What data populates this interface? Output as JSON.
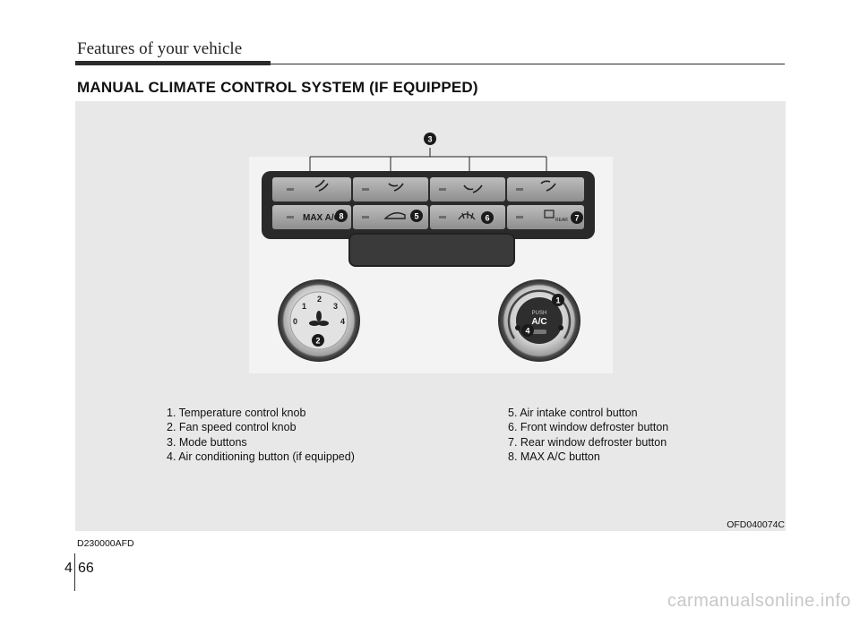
{
  "header": {
    "title": "Features of your vehicle"
  },
  "section": {
    "title": "MANUAL CLIMATE CONTROL SYSTEM (IF EQUIPPED)"
  },
  "figure": {
    "callouts": {
      "c1": "1",
      "c2": "2",
      "c3": "3",
      "c4": "4",
      "c5": "5",
      "c6": "6",
      "c7": "7",
      "c8": "8"
    },
    "panel_labels": {
      "max_ac": "MAX A/C",
      "rear": "REAR"
    },
    "fan_knob": {
      "d0": "0",
      "d1": "1",
      "d2": "2",
      "d3": "3",
      "d4": "4"
    },
    "temp_knob": {
      "push": "PUSH",
      "ac": "A/C"
    },
    "code": "OFD040074C"
  },
  "legend": {
    "left": [
      "1. Temperature control knob",
      "2. Fan speed control knob",
      "3. Mode buttons",
      "4. Air conditioning button (if equipped)"
    ],
    "right": [
      "5. Air intake control button",
      "6. Front window defroster button",
      "7. Rear window defroster button",
      "8. MAX A/C button"
    ]
  },
  "doc_code": "D230000AFD",
  "footer": {
    "chapter": "4",
    "page": "66"
  },
  "watermark": "carmanualsonline.info",
  "colors": {
    "figure_bg": "#e8e8e8",
    "panel_dark": "#2a2a2a",
    "text": "#111111"
  }
}
